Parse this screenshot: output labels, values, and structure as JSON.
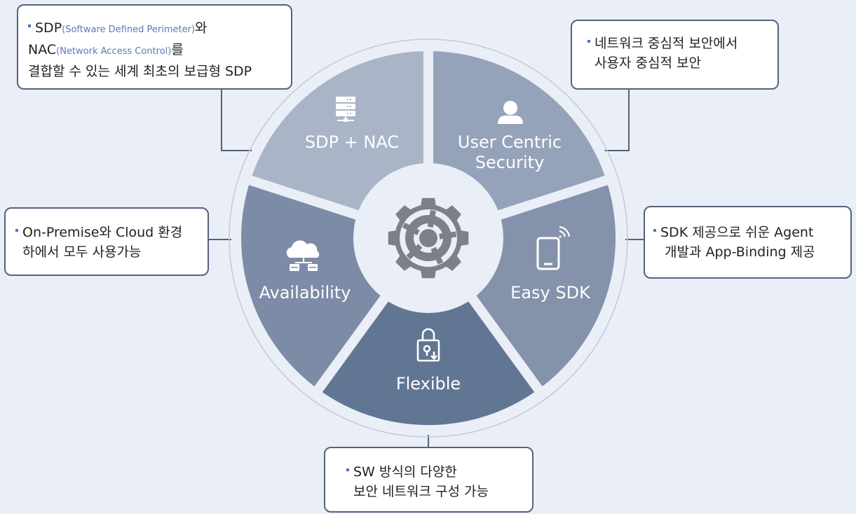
{
  "segments": {
    "sdp_nac": {
      "label": "SDP + NAC",
      "icon": "server-rack-icon",
      "color": "#aab4c7"
    },
    "user_centric": {
      "line1": "User Centric",
      "line2": "Security",
      "icon": "user-icon",
      "color": "#95a3ba"
    },
    "easy_sdk": {
      "label": "Easy SDK",
      "icon": "mobile-device-icon",
      "color": "#8492ab"
    },
    "flexible": {
      "label": "Flexible",
      "icon": "lock-download-icon",
      "color": "#617692"
    },
    "availability": {
      "label": "Availability",
      "icon": "cloud-network-icon",
      "color": "#7d8ca6"
    }
  },
  "center": {
    "icon": "gear-icon",
    "gear_color": "#7c8088"
  },
  "callouts": {
    "sdp": {
      "line1_main": "SDP",
      "line1_paren": "(Software Defined Perimeter)",
      "line1_end": "와",
      "line2_main": "NAC",
      "line2_paren": "(Network Access Control)",
      "line2_end": "를",
      "line3": "결합할 수 있는 세계 최초의 보급형 SDP"
    },
    "user": {
      "line1": "네트워크 중심적 보안에서",
      "line2": "사용자 중심적 보안"
    },
    "availability": {
      "line1": "On-Premise와 Cloud 환경",
      "line2": "하에서 모두 사용가능"
    },
    "sdk": {
      "line1": "SDK 제공으로 쉬운 Agent",
      "line2": "개발과 App-Binding 제공"
    },
    "flexible": {
      "line1": "SW 방식의 다양한",
      "line2": "보안 네트워크 구성 가능"
    }
  },
  "colors": {
    "bullet": "#4a74c9",
    "connector": "#56627a",
    "background": "#eaeef6"
  }
}
